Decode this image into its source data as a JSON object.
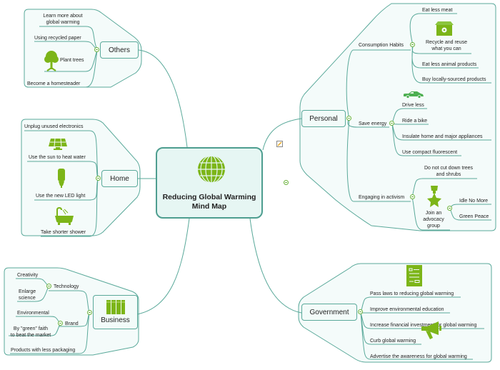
{
  "central": {
    "title": "Reducing Global Warming\nMind Map",
    "icon": "globe-icon"
  },
  "colors": {
    "line": "#5aa99a",
    "region_fill": "#f4fbfa",
    "icon_green": "#7cb518",
    "topic_border": "#5aa99a"
  },
  "others": {
    "label": "Others",
    "items": [
      "Learn more about\nglobal warming",
      "Using recycled paper",
      "Plant trees",
      "Become a homesteader"
    ],
    "icons": {
      "plant_trees": "tree-icon"
    }
  },
  "home": {
    "label": "Home",
    "items": [
      "Unplug unused electronics",
      "Use the sun to heat water",
      "Use the new LED light",
      "Take shorter shower"
    ],
    "icons": {
      "sun": "solar-panel-icon",
      "led": "light-bulb-icon",
      "shower": "bathtub-icon"
    }
  },
  "business": {
    "label": "Business",
    "icon": "books-icon",
    "technology": {
      "label": "Technology",
      "items": [
        "Creativity",
        "Enlarge\nscience"
      ]
    },
    "brand": {
      "label": "Brand",
      "items": [
        "Environmental",
        "By \"green\" faith\nto beat the market"
      ]
    },
    "extra": "Products with less packaging"
  },
  "personal": {
    "label": "Personal",
    "consumption": {
      "label": "Consumption Habits",
      "items": [
        "Eat less meat",
        "Recycle and reuse\nwhat you can",
        "Eat less animal products",
        "Buy locally-sourced products"
      ]
    },
    "energy": {
      "label": "Save energy",
      "items": [
        "Drive less",
        "Ride a bike",
        "Insulate home and major appliances",
        "Use compact fluorescent"
      ]
    },
    "activism": {
      "label": "Engaging in activism",
      "items": [
        "Do not cut down trees\nand shrubs",
        "Join an\nadvocacy\ngroup"
      ],
      "groups": [
        "Idle No More",
        "Green Peace"
      ]
    }
  },
  "government": {
    "label": "Government",
    "items": [
      "Pass laws to reducing global warming",
      "Improve environmental education",
      "Increase financial investment for global warming",
      "Curb global warming",
      "Advertise the awareness for global warming"
    ],
    "icons": {
      "top": "document-icon",
      "overlay": "megaphone-icon"
    }
  },
  "note_icon": "note-icon"
}
